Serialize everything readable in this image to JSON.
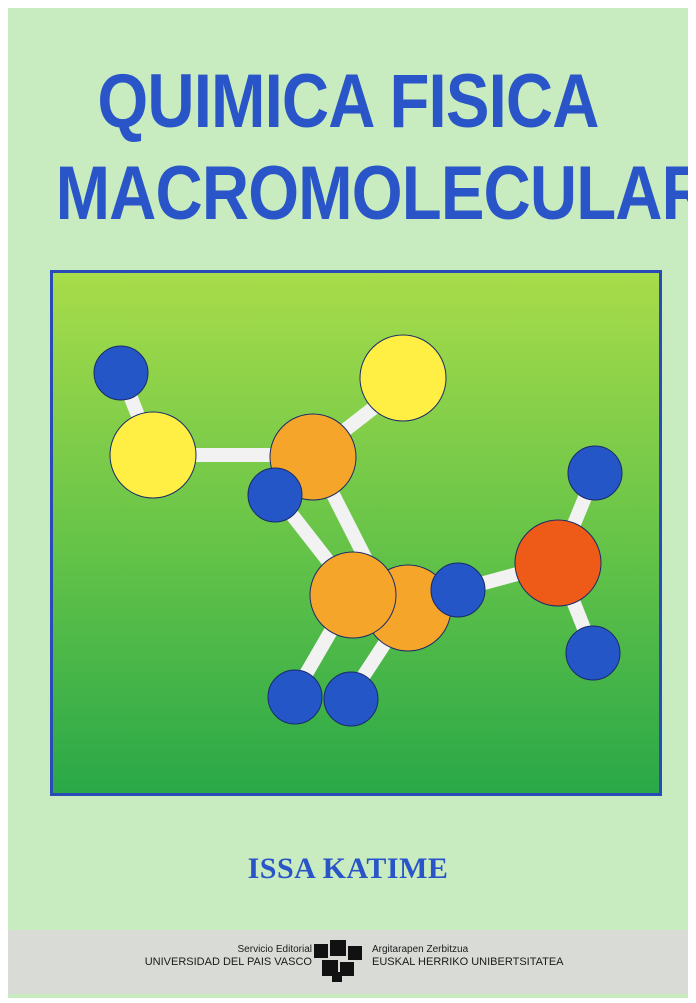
{
  "cover": {
    "title_line1": "QUIMICA FISICA",
    "title_line2": "MACROMOLECULAR",
    "author": "ISSA KATIME"
  },
  "publisher": {
    "left_line1": "Servicio Editorial",
    "left_line2": "UNIVERSIDAD DEL PAIS VASCO",
    "right_line1": "Argitarapen Zerbitzua",
    "right_line2": "EUSKAL HERRIKO UNIBERTSITATEA"
  },
  "colors": {
    "background": "#c8ecc0",
    "title_blue": "#2a55c8",
    "atom_blue": "#2456c8",
    "atom_yellow": "#ffee44",
    "atom_orange": "#f4a52a",
    "atom_red": "#ee5a18",
    "bond": "#f2f2f2"
  }
}
